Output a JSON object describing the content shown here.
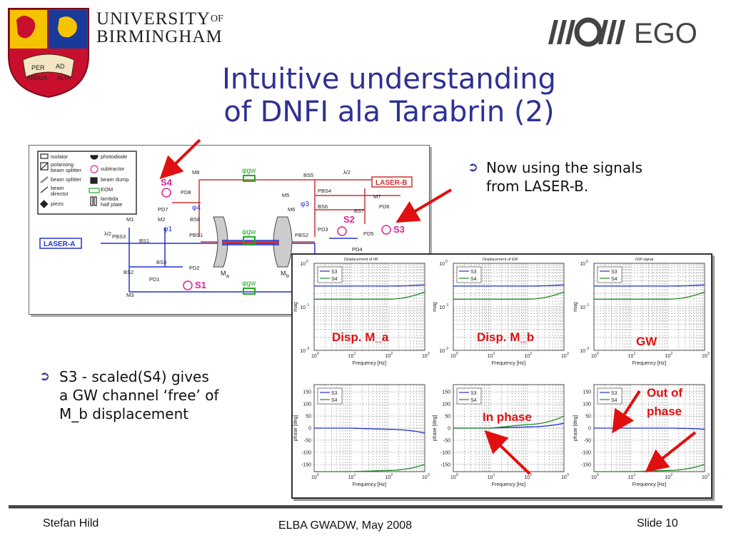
{
  "university": {
    "line1": "UNIVERSITY",
    "of": "OF",
    "line2": "BIRMINGHAM",
    "motto1": "PER",
    "motto2": "AD",
    "motto3": "ARDUA",
    "motto4": "ALTA"
  },
  "ego_logo": "EGO",
  "title": {
    "line1": "Intuitive understanding",
    "line2": "of DNFI ala Tarabrin (2)"
  },
  "bullets": [
    {
      "text1": "Now using the signals",
      "text2": "from LASER-B."
    },
    {
      "text1": "S3 - scaled(S4) gives",
      "text2": "a GW channel ‘free’ of",
      "text3": "M_b displacement"
    }
  ],
  "footer": {
    "left": "Stefan Hild",
    "center": "ELBA GWADW, May 2008",
    "right": "Slide 10"
  },
  "setup": {
    "legend": [
      "isolator",
      "polarising",
      "beam splitter",
      "beam splitter",
      "beam",
      "director",
      "piezo",
      "photodiode",
      "subtractor",
      "beam dump",
      "EOM",
      "lambda",
      "half plate"
    ],
    "laser_a": "LASER-A",
    "laser_b": "LASER-B",
    "labels": {
      "s1": "S1",
      "s2": "S2",
      "s3": "S3",
      "s4": "S4",
      "pd1": "PD1",
      "pd2": "PD2",
      "pd3": "PD3",
      "pd4": "PD4",
      "pd5": "PD5",
      "pd6": "PD6",
      "pd7": "PD7",
      "pd8": "PD8",
      "m1": "M1",
      "m2": "M2",
      "m3": "M3",
      "m5": "M5",
      "m6": "M6",
      "m7": "M7",
      "m8": "M8",
      "bs1": "BS1",
      "bs2": "BS2",
      "bs3": "BS3",
      "bs5": "BS5",
      "bs6": "BS6",
      "bs7": "BS7",
      "bs8": "BS8",
      "pbs1": "PBS1",
      "pbs2": "PBS2",
      "pbs3": "PBS3",
      "pbs4": "PBS4",
      "phi1": "φ1",
      "phi3": "φ3",
      "phi4": "φ4",
      "phigw": "φgw",
      "ma": "M",
      "ma_sub": "a",
      "mb": "M",
      "mb_sub": "b",
      "lambda2": "λ/2"
    }
  },
  "plots": {
    "titles": [
      "Displacement of IM",
      "Displacement of EM",
      "GW signal"
    ],
    "xlabel": "Frequency [Hz]",
    "ylabel_mag": "mag",
    "ylabel_phase": "phase [deg]",
    "legend": [
      "S3",
      "S4"
    ],
    "mag_ticks": [
      "10",
      "10",
      "10"
    ],
    "mag_exp": [
      "0",
      "-1",
      "-2"
    ],
    "phase_ticks": [
      "150",
      "100",
      "50",
      "0",
      "-50",
      "-100",
      "-150"
    ],
    "x_ticks": [
      "10",
      "10",
      "10",
      "10"
    ],
    "x_exp": [
      "0",
      "1",
      "2",
      "3"
    ],
    "annotations": {
      "disp_a": "Disp. M_a",
      "disp_b": "Disp. M_b",
      "gw": "GW",
      "in_phase": "In phase",
      "out1": "Out of",
      "out2": "phase"
    }
  },
  "colors": {
    "title": "#2e3192",
    "s3": "#1f2fd4",
    "s4": "#1f8a1f",
    "annotation": "#e01010",
    "beam_red": "#cc3333",
    "beam_blue": "#2233cc",
    "magenta": "#e0209a"
  },
  "chart_data": [
    {
      "type": "line",
      "title": "Displacement of IM",
      "xlabel": "Frequency [Hz]",
      "ylabel": "mag",
      "xscale": "log",
      "yscale": "log",
      "xlim": [
        1,
        1000
      ],
      "ylim": [
        0.01,
        1
      ],
      "x": [
        1,
        10,
        100,
        1000
      ],
      "series": [
        {
          "name": "S3",
          "values": [
            0.3,
            0.3,
            0.3,
            0.32
          ]
        },
        {
          "name": "S4",
          "values": [
            0.15,
            0.15,
            0.15,
            0.22
          ]
        }
      ]
    },
    {
      "type": "line",
      "title": "Displacement of EM",
      "xlabel": "Frequency [Hz]",
      "ylabel": "mag",
      "xscale": "log",
      "yscale": "log",
      "xlim": [
        1,
        1000
      ],
      "ylim": [
        0.01,
        1
      ],
      "x": [
        1,
        10,
        100,
        1000
      ],
      "series": [
        {
          "name": "S3",
          "values": [
            0.3,
            0.3,
            0.3,
            0.32
          ]
        },
        {
          "name": "S4",
          "values": [
            0.15,
            0.15,
            0.15,
            0.22
          ]
        }
      ]
    },
    {
      "type": "line",
      "title": "GW signal",
      "xlabel": "Frequency [Hz]",
      "ylabel": "mag",
      "xscale": "log",
      "yscale": "log",
      "xlim": [
        1,
        1000
      ],
      "ylim": [
        0.01,
        1
      ],
      "x": [
        1,
        10,
        100,
        1000
      ],
      "series": [
        {
          "name": "S3",
          "values": [
            0.3,
            0.3,
            0.3,
            0.32
          ]
        },
        {
          "name": "S4",
          "values": [
            0.15,
            0.15,
            0.15,
            0.22
          ]
        }
      ]
    },
    {
      "type": "line",
      "xlabel": "Frequency [Hz]",
      "ylabel": "phase [deg]",
      "xscale": "log",
      "xlim": [
        1,
        1000
      ],
      "ylim": [
        -180,
        180
      ],
      "x": [
        1,
        10,
        100,
        1000
      ],
      "series": [
        {
          "name": "S3",
          "values": [
            0,
            0,
            -5,
            -20
          ]
        },
        {
          "name": "S4",
          "values": [
            -180,
            -180,
            -175,
            -150
          ]
        }
      ]
    },
    {
      "type": "line",
      "xlabel": "Frequency [Hz]",
      "ylabel": "phase [deg]",
      "xscale": "log",
      "xlim": [
        1,
        1000
      ],
      "ylim": [
        -180,
        180
      ],
      "x": [
        1,
        10,
        100,
        1000
      ],
      "series": [
        {
          "name": "S3",
          "values": [
            0,
            0,
            5,
            20
          ]
        },
        {
          "name": "S4",
          "values": [
            0,
            0,
            15,
            50
          ]
        }
      ]
    },
    {
      "type": "line",
      "xlabel": "Frequency [Hz]",
      "ylabel": "phase [deg]",
      "xscale": "log",
      "xlim": [
        1,
        1000
      ],
      "ylim": [
        -180,
        180
      ],
      "x": [
        1,
        10,
        100,
        1000
      ],
      "series": [
        {
          "name": "S3",
          "values": [
            0,
            0,
            0,
            -5
          ]
        },
        {
          "name": "S4",
          "values": [
            -180,
            -180,
            -175,
            -150
          ]
        }
      ]
    }
  ]
}
